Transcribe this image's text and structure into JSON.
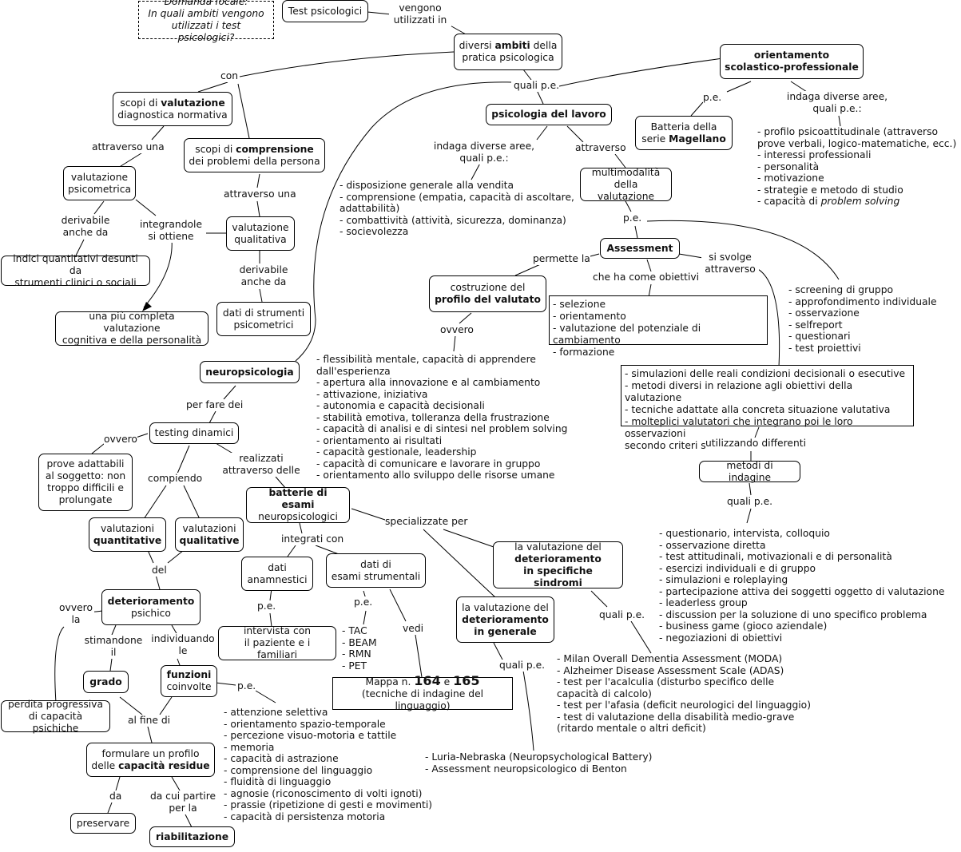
{
  "focal": {
    "l1": "Domanda focale:",
    "l2": "In quali ambiti vengono",
    "l3": "utilizzati i test psicologici?"
  },
  "test_psicologici": "Test psicologici",
  "lbl_vengono": {
    "l1": "vengono",
    "l2": "utilizzati in"
  },
  "ambiti": {
    "pre": "diversi ",
    "bold": "ambiti",
    "post": " della",
    "l2": "pratica psicologica"
  },
  "lbl_con": "con",
  "lbl_quali_pe": "quali p.e.",
  "orientamento": {
    "l1": "orientamento",
    "l2": "scolastico-professionale"
  },
  "lbl_pe1": "p.e.",
  "lbl_indaga1": {
    "l1": "indaga diverse aree,",
    "l2": "quali p.e.:"
  },
  "magellano": {
    "l1": "Batteria della",
    "l2pre": "serie ",
    "l2bold": "Magellano"
  },
  "orient_list": [
    "- profilo psicoattitudinale (attraverso",
    "prove verbali, logico-matematiche, ecc.)",
    "- interessi professionali",
    "- personalità",
    "- motivazione",
    "- strategie e metodo di studio"
  ],
  "orient_last": {
    "pre": "- capacità di ",
    "it": "problem solving"
  },
  "lavoro": "psicologia del lavoro",
  "lbl_indaga2": {
    "l1": "indaga diverse aree,",
    "l2": "quali p.e.:"
  },
  "lbl_attraverso": "attraverso",
  "lavoro_list": [
    "- disposizione generale alla vendita",
    "- comprensione (empatia, capacità di ascoltare,",
    "adattabilità)",
    "- combattività (attività, sicurezza, dominanza)",
    "- socievolezza"
  ],
  "multimodalita": {
    "l1": "multimodalità",
    "l2": "della valutazione"
  },
  "lbl_pe2": "p.e.",
  "assessment": "Assessment",
  "lbl_permette": "permette la",
  "lbl_svolge": {
    "l1": "si svolge",
    "l2": "attraverso"
  },
  "lbl_obiettivi": "che ha come obiettivi",
  "obiettivi": [
    "- selezione",
    "- orientamento",
    "- valutazione del potenziale di cambiamento",
    "- formazione"
  ],
  "profilo": {
    "l1": "costruzione del",
    "l2": "profilo del valutato"
  },
  "lbl_ovvero1": "ovvero",
  "profilo_list": [
    "- flessibilità mentale, capacità di apprendere",
    "dall'esperienza",
    "- apertura alla innovazione e al cambiamento",
    "- attivazione, iniziativa",
    "- autonomia e capacità decisionali",
    "- stabilità emotiva, tolleranza della frustrazione",
    "- capacità di analisi e di sintesi nel problem solving",
    "- orientamento ai risultati",
    "- capacità gestionale, leadership",
    "- capacità di comunicare e lavorare in gruppo",
    "- orientamento allo sviluppo delle risorse umane"
  ],
  "screening_list": [
    "- screening di gruppo",
    "- approfondimento individuale",
    "- osservazione",
    "- selfreport",
    "- questionari",
    "- test proiettivi"
  ],
  "simulazioni": [
    "- simulazioni delle reali condizioni decisionali o esecutive",
    "- metodi diversi in relazione agli obiettivi della valutazione",
    "- tecniche adattate alla concreta situazione valutativa",
    "- molteplici valutatori che integrano poi le loro osservazioni",
    "secondo criteri standard"
  ],
  "lbl_utilizzando": "utilizzando differenti",
  "metodi": "metodi di indagine",
  "lbl_quali_pe2": "quali p.e.",
  "metodi_list": [
    "- questionario, intervista, colloquio",
    "- osservazione diretta",
    "- test attitudinali, motivazionali e di personalità",
    "- esercizi individuali e di gruppo",
    "- simulazioni e roleplaying",
    "- partecipazione attiva dei soggetti oggetto di valutazione",
    "- leaderless group",
    "- discussion per la soluzione di uno specifico problema",
    "- business game (gioco aziendale)",
    "- negoziazioni di obiettivi"
  ],
  "valutazione": {
    "pre": "scopi di ",
    "bold": "valutazione",
    "l2": "diagnostica normativa"
  },
  "comprensione": {
    "pre": "scopi di ",
    "bold": "comprensione",
    "l2": "dei problemi della persona"
  },
  "lbl_attraverso_una1": "attraverso una",
  "lbl_attraverso_una2": "attraverso una",
  "psicometrica": {
    "l1": "valutazione",
    "l2": "psicometrica"
  },
  "qualitativa": {
    "l1": "valutazione",
    "l2": "qualitativa"
  },
  "lbl_derivabile1": {
    "l1": "derivabile",
    "l2": "anche da"
  },
  "lbl_integrandole": {
    "l1": "integrandole",
    "l2": "si ottiene"
  },
  "lbl_derivabile2": {
    "l1": "derivabile",
    "l2": "anche da"
  },
  "indici": {
    "l1": "indici quantitativi desunti da",
    "l2": "strumenti clinici o sociali"
  },
  "completa": {
    "l1": "una più completa valutazione",
    "l2": "cognitiva e della personalità"
  },
  "dati_strumenti": {
    "l1": "dati di strumenti",
    "l2": "psicometrici"
  },
  "neuro": "neuropsicologia",
  "lbl_per_fare": "per fare dei",
  "testing": "testing dinamici",
  "lbl_ovvero2": "ovvero",
  "prove": {
    "l1": "prove adattabili",
    "l2": "al soggetto: non",
    "l3": "troppo difficili e",
    "l4": "prolungate"
  },
  "lbl_compiendo": "compiendo",
  "lbl_realizzati": {
    "l1": "realizzati",
    "l2": "attraverso delle"
  },
  "quantitative": {
    "l1": "valutazioni",
    "l2": "quantitative"
  },
  "qualitative": {
    "l1": "valutazioni",
    "l2": "qualitative"
  },
  "batterie": {
    "l1": "batterie di esami",
    "l2": "neuropsicologici"
  },
  "lbl_integrati": "integrati con",
  "lbl_specializzate": "specializzate per",
  "anamnestici": {
    "l1": "dati",
    "l2": "anamnestici"
  },
  "strumentali": {
    "l1": "dati di",
    "l2": "esami strumentali"
  },
  "lbl_pe3": "p.e.",
  "lbl_pe4": "p.e.",
  "lbl_vedi": "vedi",
  "intervista": {
    "l1": "intervista con",
    "l2": "il paziente e i familiari"
  },
  "tac_list": [
    "- TAC",
    "- BEAM",
    "- RMN",
    "- PET"
  ],
  "mappa": {
    "pre": "Mappa n. ",
    "n1": "164",
    "mid": " e ",
    "n2": "165",
    "l2": "(tecniche di indagine del linguaggio)"
  },
  "lbl_del": "del",
  "deterioramento": {
    "l1": "deterioramento",
    "l2": "psichico"
  },
  "lbl_ovvero_la": {
    "l1": "ovvero",
    "l2": "la"
  },
  "lbl_stimandone": {
    "l1": "stimandone",
    "l2": "il"
  },
  "lbl_individuando": {
    "l1": "individuando",
    "l2": "le"
  },
  "grado": "grado",
  "funzioni": {
    "l1": "funzioni",
    "l2": "coinvolte"
  },
  "lbl_pe5": "p.e.",
  "perdita": {
    "l1": "perdita progressiva",
    "l2": "di capacità psichiche"
  },
  "lbl_al_fine": "al fine di",
  "formulare": {
    "l1": "formulare un profilo",
    "l2pre": "delle ",
    "l2bold": "capacità residue"
  },
  "lbl_da": "da",
  "lbl_da_cui": {
    "l1": "da cui partire",
    "l2": "per la"
  },
  "preservare": "preservare",
  "riabilitazione": "riabilitazione",
  "funzioni_list": [
    "- attenzione selettiva",
    "- orientamento spazio-temporale",
    "- percezione visuo-motoria e tattile",
    "- memoria",
    "- capacità di astrazione",
    "- comprensione del linguaggio",
    "- fluidità di linguaggio",
    "- agnosie (riconoscimento di volti ignoti)",
    "- prassie (ripetizione di gesti e movimenti)",
    "- capacità di persistenza motoria"
  ],
  "sindromi": {
    "l1": "la valutazione del",
    "l2": "deterioramento",
    "l3": "in specifiche sindromi"
  },
  "generale": {
    "l1": "la valutazione del",
    "l2": "deterioramento",
    "l3": "in generale"
  },
  "lbl_quali_pe3": "quali p.e.",
  "lbl_quali_pe4": "quali p.e.",
  "sindromi_list": [
    "- Milan Overall Dementia Assessment (MODA)",
    "- Alzheimer Disease Assessment Scale (ADAS)",
    "- test per l'acalculia (disturbo specifico delle",
    "capacità di calcolo)",
    "- test per l'afasia (deficit neurologici del linguaggio)",
    "- test di valutazione della disabilità medio-grave",
    "(ritardo mentale o altri deficit)"
  ],
  "generale_list": [
    "- Luria-Nebraska (Neuropsychological Battery)",
    "- Assessment neuropsicologico di Benton"
  ]
}
